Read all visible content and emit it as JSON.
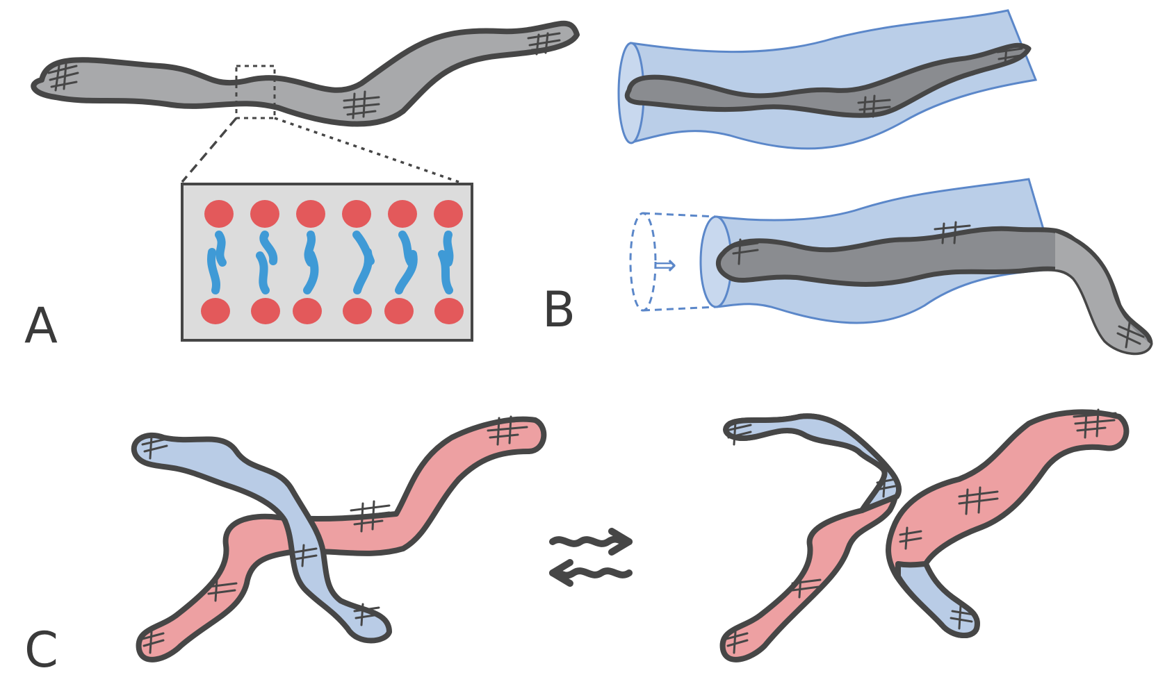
{
  "figure": {
    "panels": [
      {
        "id": "A",
        "label": "A"
      },
      {
        "id": "B",
        "label": "B"
      },
      {
        "id": "C",
        "label": "C"
      }
    ],
    "colors": {
      "outline": "#464646",
      "worm_gray": "#a8a9ab",
      "worm_dark_gray": "#8a8c90",
      "tube_blue": "#b3c9e6",
      "tube_edge": "#5b87c9",
      "membrane_box": "#dcdcdc",
      "lipid_head": "#e3595b",
      "lipid_tail": "#3f9ad6",
      "strand_pink": "#eda0a2",
      "strand_blue": "#b9cce6"
    },
    "icons": {
      "push_arrow": "double-right-arrow-icon",
      "equilibrium": "reversible-wavy-arrows-icon"
    },
    "membrane_inset": {
      "lipid_pairs": 6
    }
  }
}
